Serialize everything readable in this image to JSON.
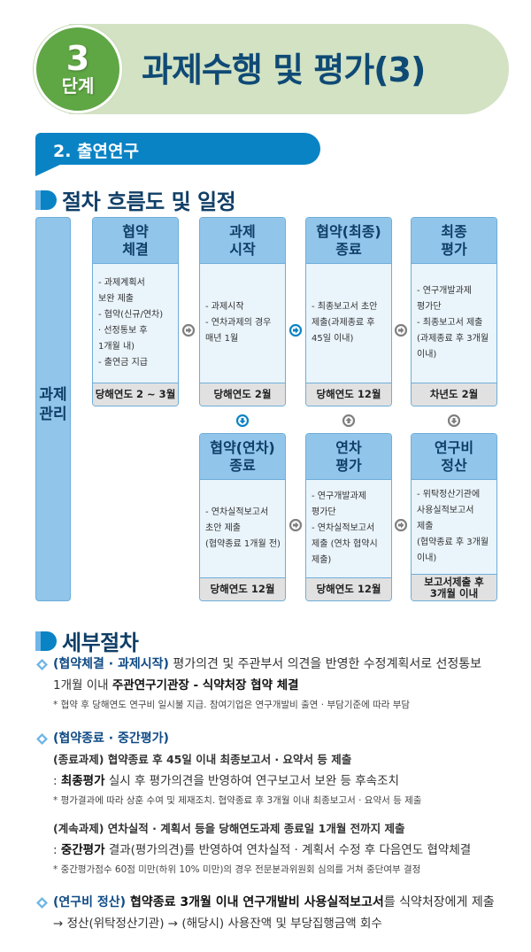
{
  "header": {
    "step_number": "3",
    "step_label": "단계",
    "title": "과제수행 및 평가(3)"
  },
  "section": {
    "tag": "2. 출연연구"
  },
  "flow": {
    "heading": "절차 흐름도 및 일정",
    "side_label": "과제\n관리",
    "colors": {
      "header": "#92c5ea",
      "body": "#eaf4fb",
      "footer": "#e1e1e1",
      "arrow_blue": "#0a83c4",
      "arrow_gray": "#7f7f7f"
    },
    "top_row": [
      {
        "title": "협약\n체결",
        "items": [
          "- 과제계획서\n  보완 제출",
          "- 협약(신규/연차)\n  · 선정통보 후\n    1개월 내)",
          "- 출연금 지급"
        ],
        "period": "당해연도 2 ~ 3월"
      },
      {
        "title": "과제\n시작",
        "items": [
          "- 과제시작",
          "- 연차과제의 경우\n  매년 1월"
        ],
        "period": "당해연도 2월"
      },
      {
        "title": "협약(최종)\n종료",
        "items": [
          "- 최종보고서 초안\n  제출(과제종료 후\n  45일 이내)"
        ],
        "period": "당해연도 12월"
      },
      {
        "title": "최종\n평가",
        "items": [
          "- 연구개발과제\n  평가단",
          "- 최종보고서 제출\n  (과제종료 후 3개월\n   이내)"
        ],
        "period": "차년도 2월"
      }
    ],
    "bottom_row": [
      {
        "title": "협약(연차)\n종료",
        "items": [
          "- 연차실적보고서\n  초안 제출\n  (협약종료 1개월 전)"
        ],
        "period": "당해연도 12월"
      },
      {
        "title": "연차\n평가",
        "items": [
          "- 연구개발과제\n  평가단",
          "- 연차실적보고서\n  제출 (연차 협약시\n  제출)"
        ],
        "period": "당해연도 12월"
      },
      {
        "title": "연구비\n정산",
        "items": [
          "- 위탁정산기관에\n  사용실적보고서\n  제출\n  (협약종료 후 3개월\n   이내)"
        ],
        "period": "보고서제출 후\n3개월 이내"
      }
    ],
    "arrows": [
      {
        "name": "arrow-right-icon",
        "color": "gray"
      },
      {
        "name": "arrow-right-icon",
        "color": "blue"
      },
      {
        "name": "arrow-right-icon",
        "color": "gray"
      },
      {
        "name": "arrow-down-icon",
        "color": "blue"
      },
      {
        "name": "arrow-up-icon",
        "color": "gray"
      },
      {
        "name": "arrow-down-icon",
        "color": "gray"
      },
      {
        "name": "arrow-right-icon",
        "color": "gray"
      },
      {
        "name": "arrow-right-icon",
        "color": "gray"
      }
    ]
  },
  "details": {
    "heading": "세부절차",
    "sections": [
      {
        "label": "(협약체결 · 과제시작)",
        "text": " 평가의견 및 주관부서 의견을 반영한 수정계획서로 선정통보",
        "line2_prefix": "1개월 이내 ",
        "line2_bold": "주관연구기관장 - 식약처장 협약 체결",
        "note": "* 협약 후 당해연도 연구비 일시불 지급. 참여기업은 연구개발비 출연 · 부담기준에 따라 부담"
      },
      {
        "label": "(협약종료 · 중간평가)",
        "sub1_title": "(종료과제) 협약종료 후 45일 이내 최종보고서 · 요약서 등 제출",
        "sub1_bold": "최종평가",
        "sub1_text": " 실시 후 평가의견을 반영하여 연구보고서 보완 등 후속조치",
        "sub1_note": "* 평가결과에 따라 상훈 수여 및 제재조치. 협약종료 후 3개월 이내 최종보고서 · 요약서 등 제출",
        "sub2_title": "(계속과제) 연차실적 · 계획서 등을 당해연도과제 종료일 1개월 전까지 제출",
        "sub2_bold": "중간평가",
        "sub2_text": " 결과(평가의견)를 반영하여 연차실적 · 계획서 수정 후 다음연도 협약체결",
        "sub2_note": "* 중간평가점수 60점 미만(하위 10% 미만)의 경우 전문분과위원회 심의를 거쳐 중단여부 결정"
      },
      {
        "label": "(연구비 정산)",
        "bold_text": " 협약종료 3개월 이내 연구개발비 사용실적보고서",
        "text": "를 식약처장에게 제출",
        "line2": "→ 정산(위탁정산기관) → (해당시) 사용잔액 및 부당집행금액 회수"
      }
    ]
  }
}
